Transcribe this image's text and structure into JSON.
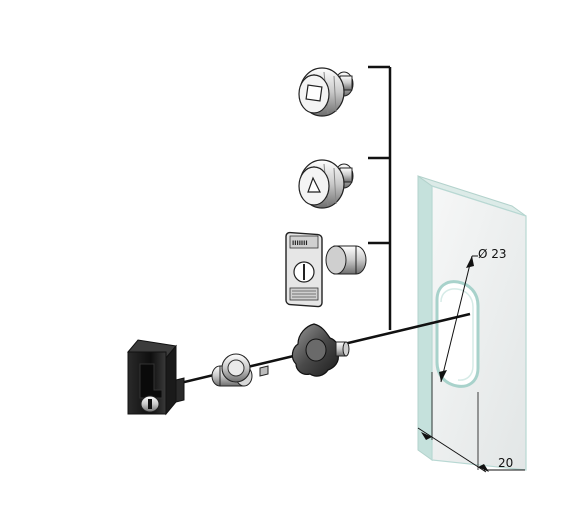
{
  "dimensions": {
    "diameter_label": "Ø 23",
    "width_label": "20"
  },
  "insert_label": "IIIIIII",
  "colors": {
    "line": "#111111",
    "panel_face": "#eef0f0",
    "panel_edge": "#b8d8d3",
    "metal_light": "#e8e8e8",
    "metal_dark": "#3a3a3a",
    "lock_body": "#1a1a1a"
  }
}
